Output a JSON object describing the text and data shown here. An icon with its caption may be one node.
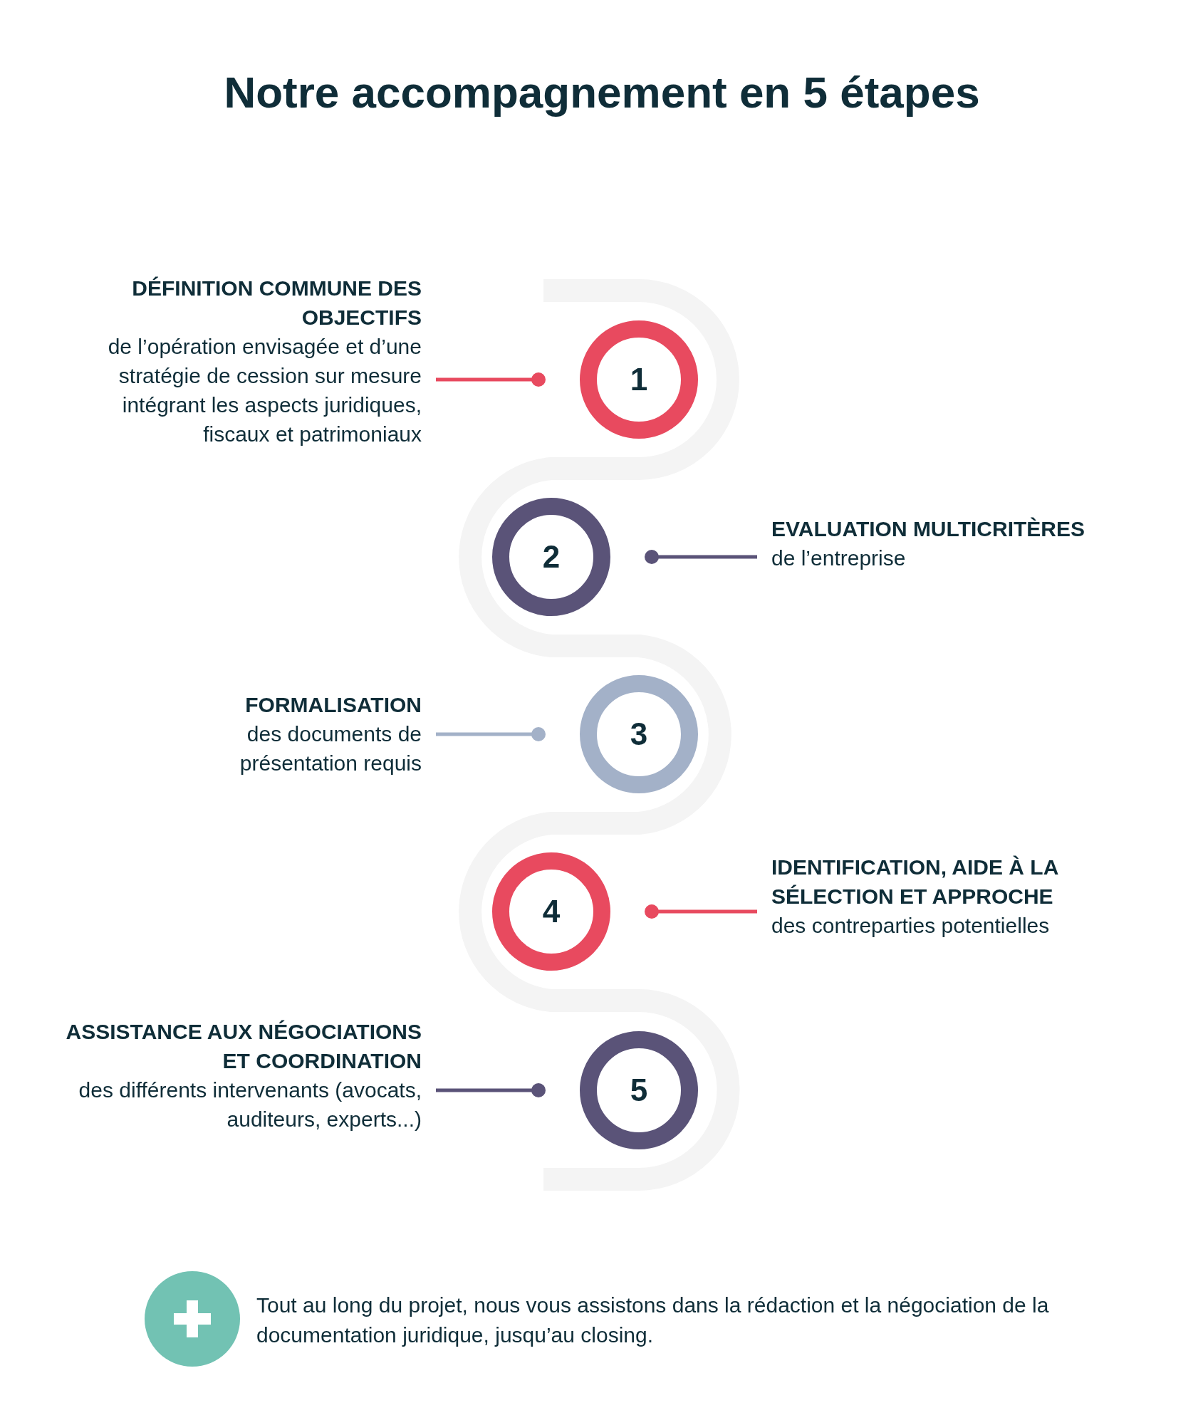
{
  "diagram": {
    "title": "Notre accompagnement en 5 étapes",
    "nodes": [
      {
        "text": [
          "1"
        ]
      },
      {
        "text": [
          "DÉFINITION COMMUNE DES OBJECTIFS",
          "de l’opération envisagée et d’une stratégie de cession sur mesure intégrant les aspects juridiques, fiscaux et patrimoniaux"
        ]
      },
      {
        "text": [
          "2"
        ]
      },
      {
        "text": [
          "EVALUATION MULTICRITÈRES",
          "de l’entreprise"
        ]
      },
      {
        "text": [
          "3"
        ]
      },
      {
        "text": [
          "FORMALISATION",
          "des documents de présentation requis"
        ]
      },
      {
        "text": [
          "4"
        ]
      },
      {
        "text": [
          "IDENTIFICATION, AIDE À LA SÉLECTION ET APPROCHE",
          "des contreparties potentielles"
        ]
      },
      {
        "text": [
          "5"
        ]
      },
      {
        "text": [
          "ASSISTANCE AUX NÉGOCIATIONS ET COORDINATION",
          "des différents intervenants (avocats, auditeurs, experts...)"
        ]
      }
    ],
    "edges": [
      {
        "from": 1,
        "to": 0,
        "arrow": "other",
        "color": "#e84a5f"
      },
      {
        "from": 3,
        "to": 2,
        "arrow": "other",
        "color": "#5a5378"
      },
      {
        "from": 5,
        "to": 4,
        "arrow": "other",
        "color": "#a3b1c8"
      },
      {
        "from": 7,
        "to": 6,
        "arrow": "other",
        "color": "#e84a5f"
      },
      {
        "from": 9,
        "to": 8,
        "arrow": "other",
        "color": "#5a5378"
      }
    ],
    "labels": [
      "Tout au long du projet, nous vous assistons dans la rédaction et la négociation de la documentation juridique, jusqu’au closing."
    ]
  }
}
